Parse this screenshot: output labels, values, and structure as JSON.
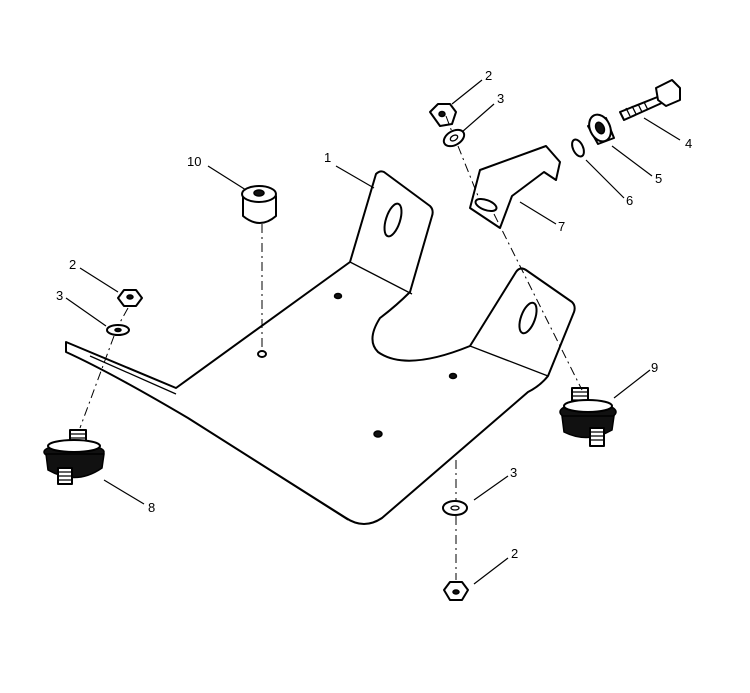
{
  "callouts": {
    "plate": "1",
    "nut_top": "2",
    "washer_top": "3",
    "bolt": "4",
    "bushing": "5",
    "lock_washer": "6",
    "bracket": "7",
    "mount_left": "8",
    "mount_right": "9",
    "spacer": "10",
    "nut_left": "2",
    "washer_left": "3",
    "washer_bottom": "3",
    "nut_bottom": "2"
  }
}
